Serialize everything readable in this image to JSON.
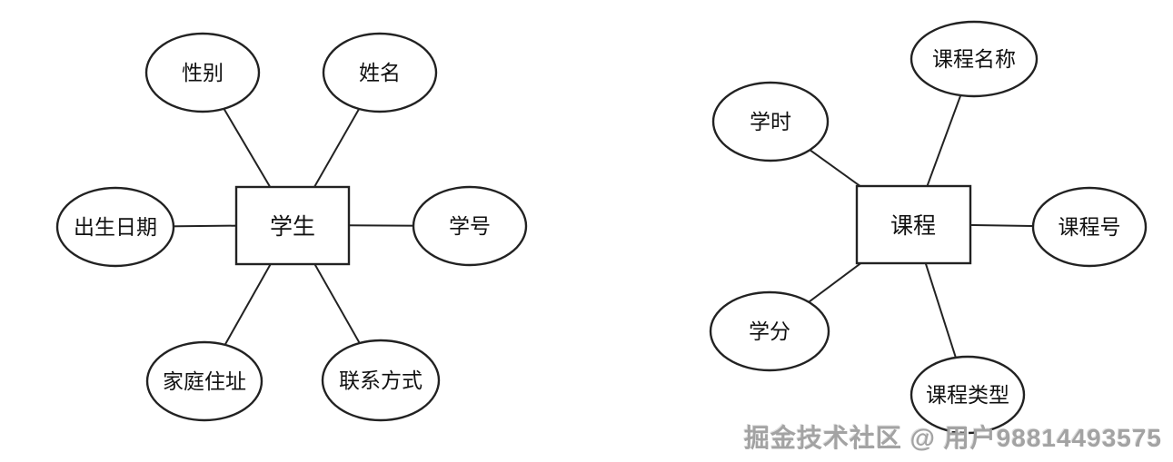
{
  "colors": {
    "stroke": "#222222",
    "text": "#111111",
    "shape_fill": "#ffffff",
    "background": "#ffffff",
    "watermark": "#a3a3a3"
  },
  "watermark": {
    "text": "掘金技术社区 @ 用户98814493575"
  },
  "diagrams": [
    {
      "name": "student-er-diagram",
      "entity": {
        "label": "学生"
      },
      "attributes": [
        {
          "label": "性别"
        },
        {
          "label": "姓名"
        },
        {
          "label": "出生日期"
        },
        {
          "label": "学号"
        },
        {
          "label": "家庭住址"
        },
        {
          "label": "联系方式"
        }
      ]
    },
    {
      "name": "course-er-diagram",
      "entity": {
        "label": "课程"
      },
      "attributes": [
        {
          "label": "学时"
        },
        {
          "label": "课程名称"
        },
        {
          "label": "课程号"
        },
        {
          "label": "学分"
        },
        {
          "label": "课程类型"
        }
      ]
    }
  ]
}
